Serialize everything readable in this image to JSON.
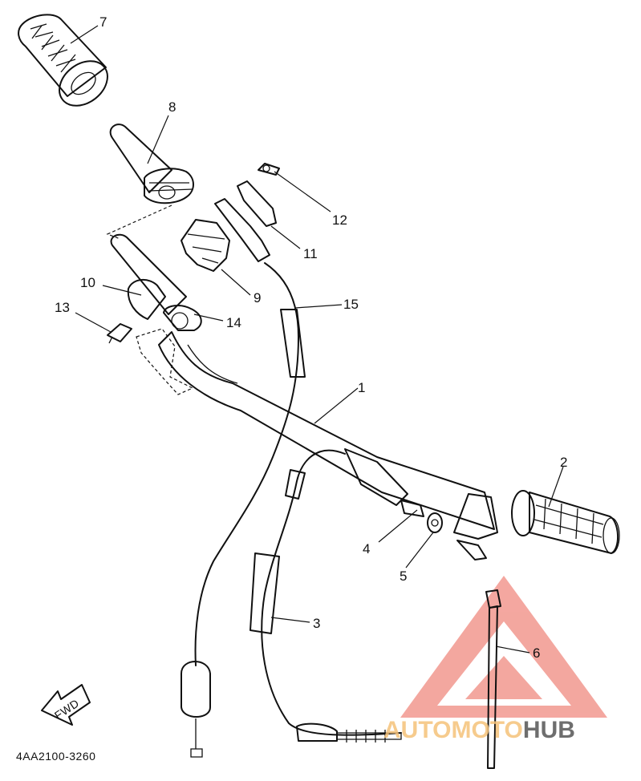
{
  "diagram": {
    "part_numbers": [
      {
        "id": "p1",
        "label": "1"
      },
      {
        "id": "p2",
        "label": "2"
      },
      {
        "id": "p3",
        "label": "3"
      },
      {
        "id": "p4",
        "label": "4"
      },
      {
        "id": "p5",
        "label": "5"
      },
      {
        "id": "p6",
        "label": "6"
      },
      {
        "id": "p7",
        "label": "7"
      },
      {
        "id": "p8",
        "label": "8"
      },
      {
        "id": "p9",
        "label": "9"
      },
      {
        "id": "p10",
        "label": "10"
      },
      {
        "id": "p11",
        "label": "11"
      },
      {
        "id": "p12",
        "label": "12"
      },
      {
        "id": "p13",
        "label": "13"
      },
      {
        "id": "p14",
        "label": "14"
      },
      {
        "id": "p15",
        "label": "15"
      }
    ],
    "direction_label": "FWD",
    "diagram_code": "4AA2100-3260"
  },
  "watermark": {
    "brand_part_1": "AUTOMOTO",
    "brand_part_2": "HUB",
    "colors": {
      "triangle": "#f08a80",
      "part_1": "#f5c27a",
      "part_2": "#555555"
    }
  }
}
